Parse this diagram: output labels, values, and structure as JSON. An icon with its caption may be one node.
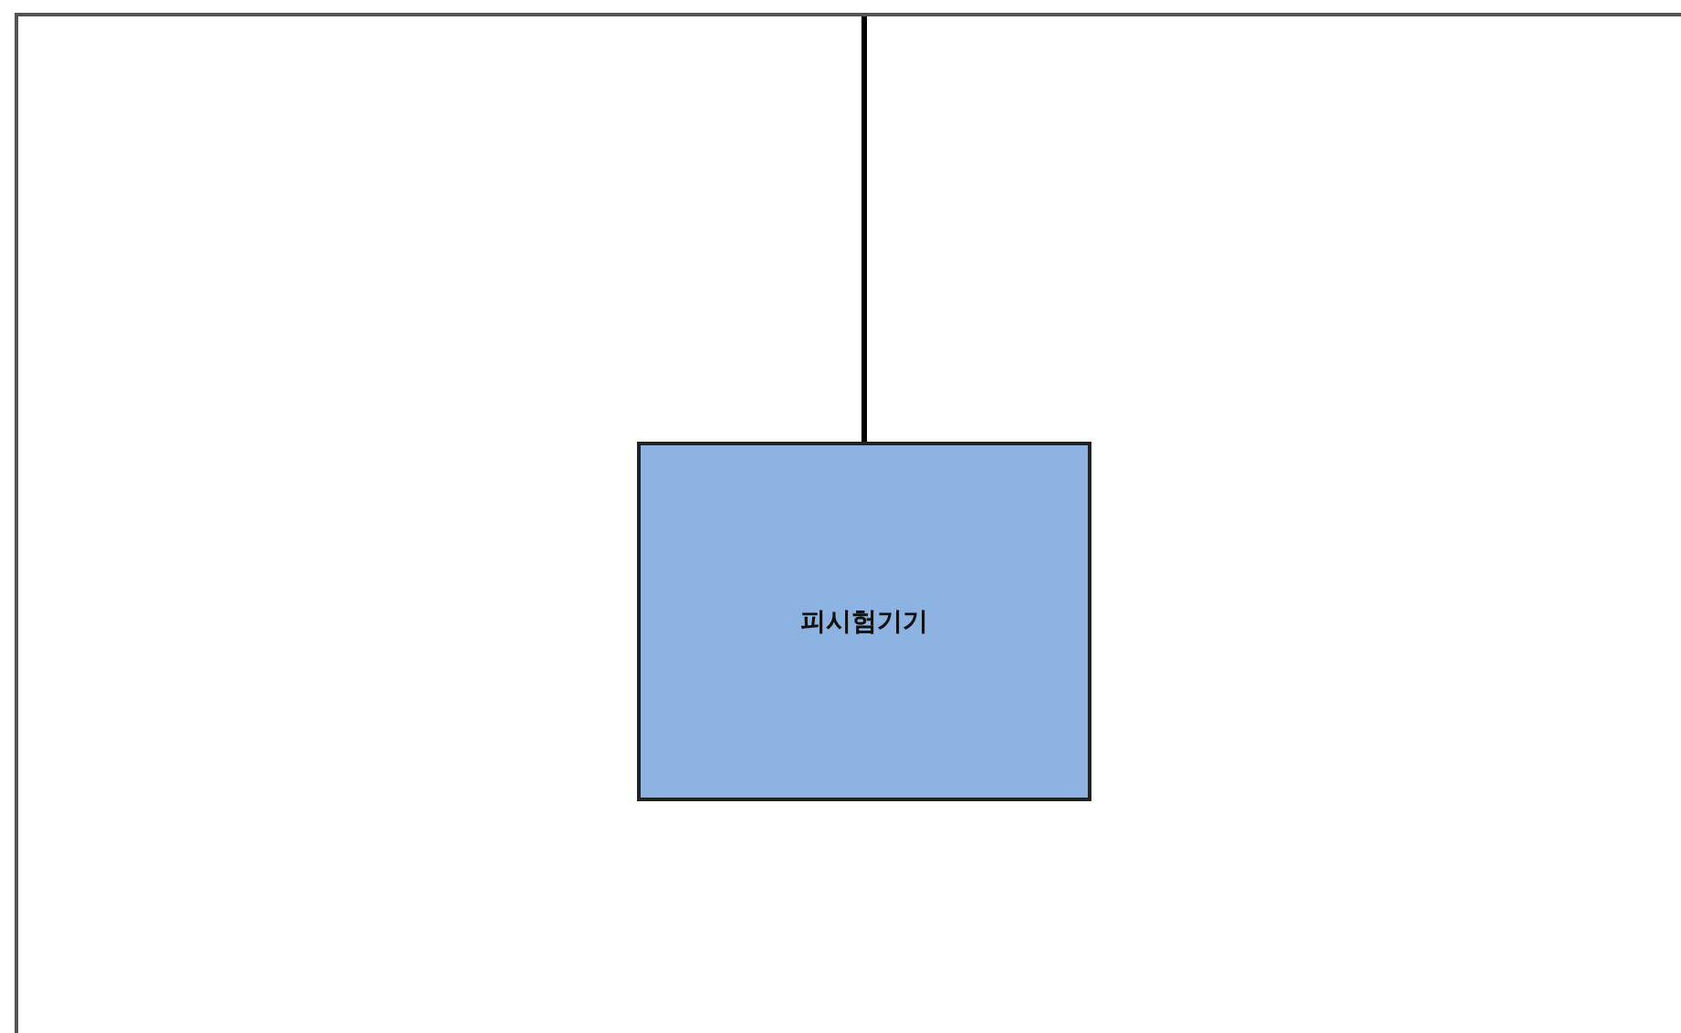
{
  "diagram": {
    "nodes": [
      {
        "text": [],
        "shape": "box"
      },
      {
        "text": [
          "피시험기기"
        ],
        "in": 0
      }
    ],
    "edges": [
      {
        "from": 0,
        "to": 1,
        "arrow": "none"
      }
    ]
  }
}
